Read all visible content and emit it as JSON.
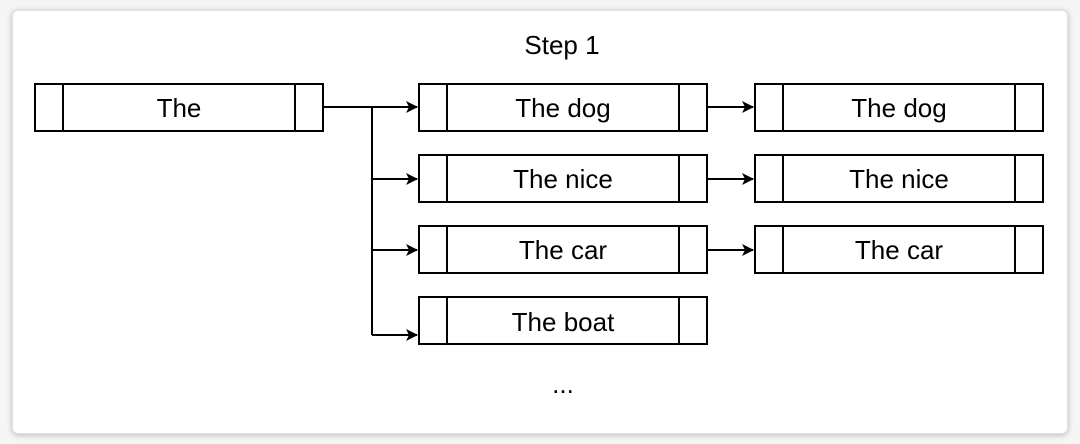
{
  "diagram": {
    "title": "Step 1",
    "root": {
      "label": "The"
    },
    "column_1": [
      {
        "label": "The dog"
      },
      {
        "label": "The nice"
      },
      {
        "label": "The car"
      },
      {
        "label": "The boat"
      }
    ],
    "column_2": [
      {
        "label": "The dog"
      },
      {
        "label": "The nice"
      },
      {
        "label": "The car"
      }
    ],
    "ellipsis": "...",
    "colors": {
      "stroke": "#000000",
      "box_fill": "#ffffff",
      "background": "#ffffff"
    }
  }
}
